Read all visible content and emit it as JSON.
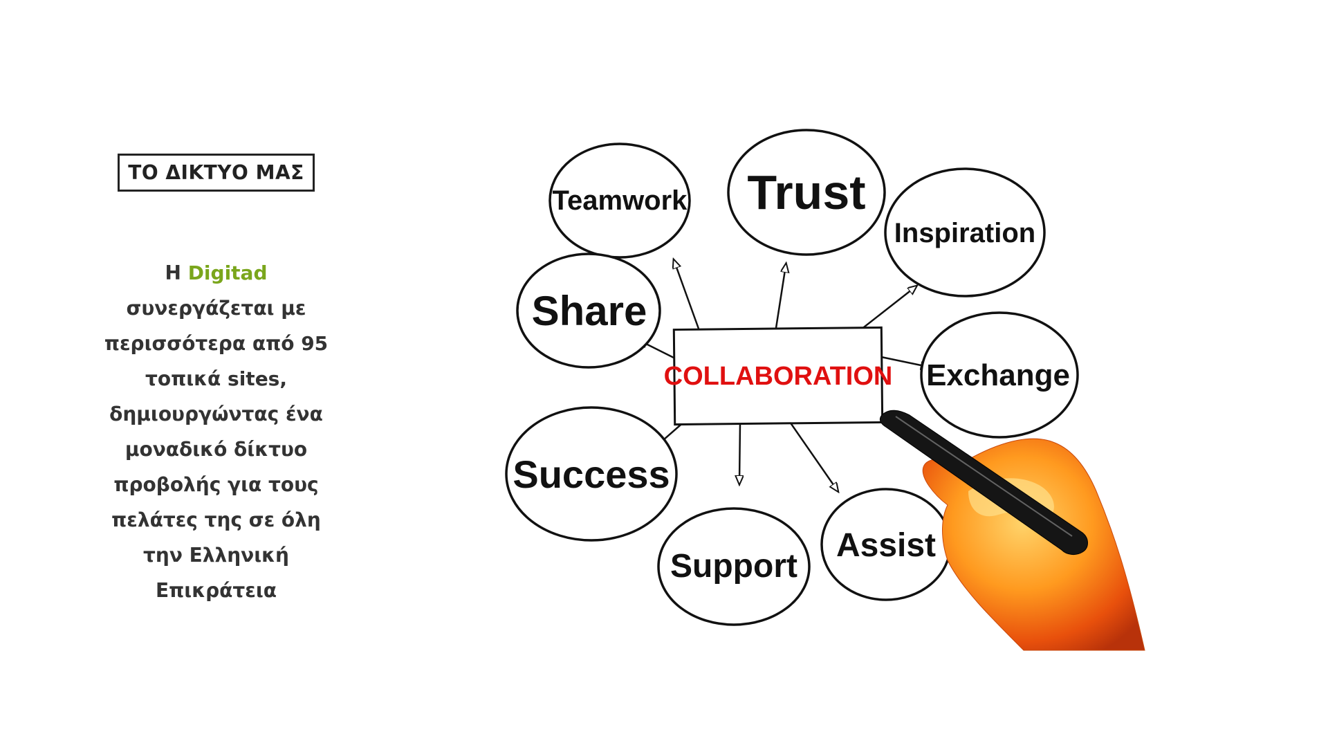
{
  "section": {
    "badge_label": "ΤΟ ΔΙΚΤΥΟ ΜΑΣ"
  },
  "description": {
    "prefix": "Η ",
    "brand": "Digitad",
    "lines": [
      "συνεργάζεται με",
      "περισσότερα από 95",
      "τοπικά sites,",
      "δημιουργώντας ένα",
      "μοναδικό δίκτυο",
      "προβολής για τους",
      "πελάτες της σε όλη",
      "την Ελληνική",
      "Επικράτεια"
    ]
  },
  "mindmap": {
    "center": "COLLABORATION",
    "nodes": {
      "teamwork": "Teamwork",
      "trust": "Trust",
      "inspiration": "Inspiration",
      "share": "Share",
      "exchange": "Exchange",
      "success": "Success",
      "support": "Support",
      "assist": "Assist"
    }
  },
  "colors": {
    "brand_green": "#7aa61c",
    "center_red": "#e01010",
    "ink": "#111111"
  }
}
